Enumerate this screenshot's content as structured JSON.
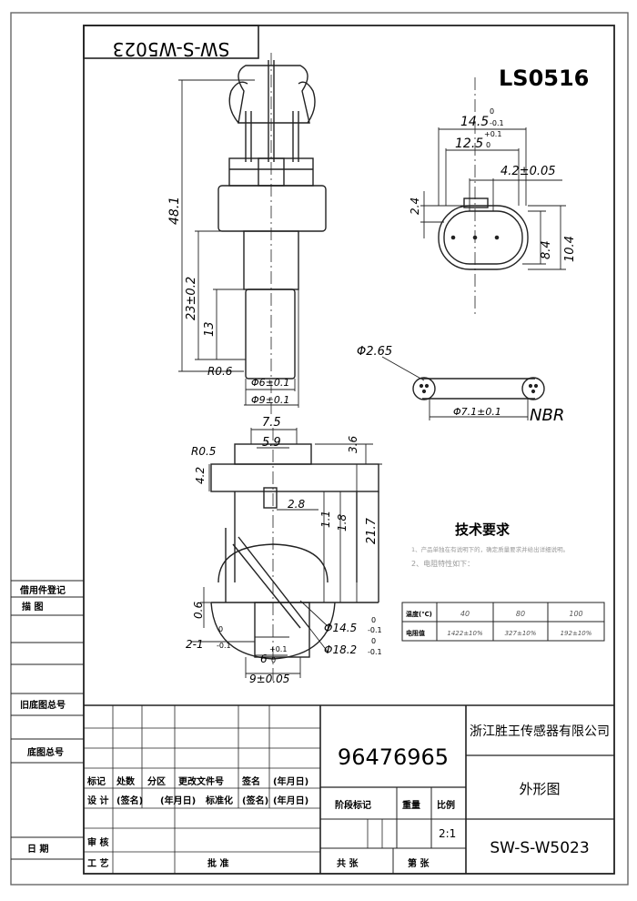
{
  "sheet": {
    "mirrored_code": "SW-S-W5023",
    "part_no": "LS0516",
    "drawing_number": "96476965",
    "company": "浙江胜王传感器有限公司",
    "drawing_name": "外形图",
    "code": "SW-S-W5023",
    "scale": "2:1"
  },
  "side_labels": {
    "label1": "借用件登记",
    "label2": "描    图",
    "label3": "旧底图总号",
    "label4": "底图总号",
    "label5": "日    期"
  },
  "dimensions": {
    "d_48_1": "48.1",
    "d_23": "23±0.2",
    "d_13": "13",
    "d_r06": "R0.6",
    "d_phi6": "Φ6±0.1",
    "d_phi9": "Φ9±0.1",
    "d_14_5": "14.5",
    "d_12_5": "12.5",
    "d_4_2": "4.2±0.05",
    "d_2_4": "2.4",
    "d_8_4": "8.4",
    "d_10_4": "10.4",
    "d_phi265": "Φ2.65",
    "d_phi71": "Φ7.1±0.1",
    "nbr": "NBR",
    "d_7_5": "7.5",
    "d_5_9": "5.9",
    "d_3_6": "3.6",
    "d_r05": "R0.5",
    "d_4_2b": "4.2",
    "d_2_8": "2.8",
    "d_1_1": "1.1",
    "d_1_8": "1.8",
    "d_21_7": "21.7",
    "d_0_6": "0.6",
    "d_2_1": "2-1",
    "d_6": "6",
    "d_phi14_5": "Φ14.5",
    "d_phi18_2": "Φ18.2",
    "d_9": "9±0.05",
    "tol_0": "0",
    "tol_m01": "-0.1",
    "tol_p01": "+0.1"
  },
  "tech": {
    "title": "技术要求",
    "note1": "1、产品单独在有说明下的，确定质量要求并给出详细说明。",
    "note2": "2、电阻特性如下：",
    "table": {
      "row1_head": "温度(℃)",
      "row2_head": "电阻值",
      "temps": [
        "40",
        "80",
        "100"
      ],
      "values": [
        "1422±10%",
        "327±10%",
        "192±10%"
      ]
    }
  },
  "title_block": {
    "h_mark": "标记",
    "h_count": "处数",
    "h_zone": "分区",
    "h_change": "更改文件号",
    "h_sign": "签名",
    "h_date": "(年月日)",
    "design": "设  计",
    "sign2": "(签名)",
    "date2": "(年月日)",
    "standard": "标准化",
    "sign3": "(签名)",
    "date3": "(年月日)",
    "stage": "阶段标记",
    "weight": "重量",
    "ratio": "比例",
    "review": "审  核",
    "craft": "工  艺",
    "approve": "批  准",
    "total": "共    张",
    "sheet": "第    张"
  }
}
